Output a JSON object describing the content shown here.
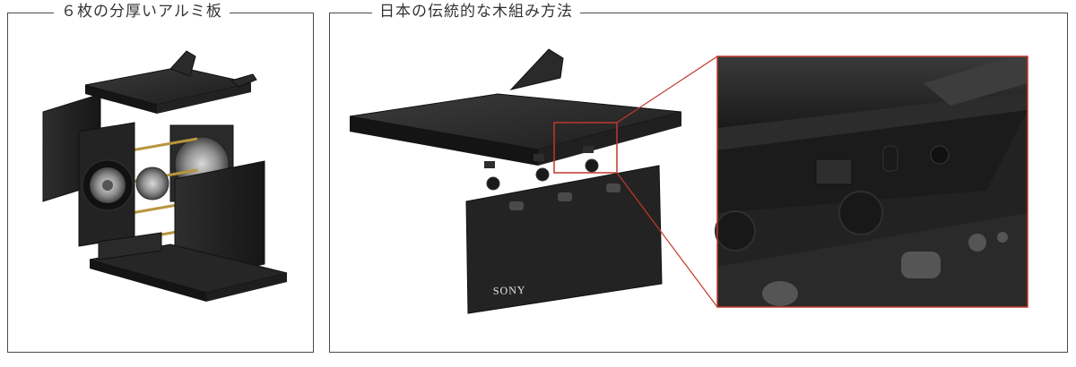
{
  "panels": {
    "left": {
      "title": "６枚の分厚いアルミ板"
    },
    "right": {
      "title": "日本の伝統的な木組み方法"
    }
  },
  "brand_mark": "SONY",
  "colors": {
    "frame_border": "#4a4a4a",
    "title_text": "#333333",
    "metal_dark": "#1f1f1f",
    "metal_mid": "#2c2c2c",
    "metal_light": "#3a3a3a",
    "highlight_red": "#c0392b",
    "brass_rod": "#b8963e"
  },
  "icons": [
    "speaker-driver-icon",
    "zoom-inset-icon"
  ]
}
